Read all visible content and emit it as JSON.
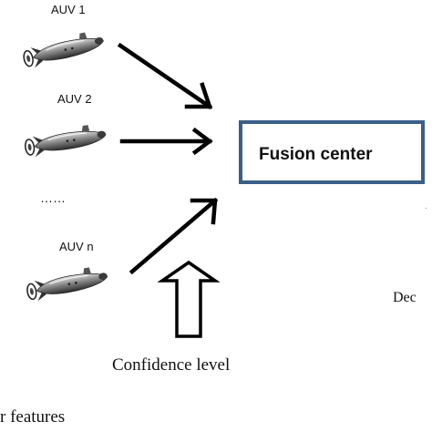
{
  "auvs": [
    {
      "label": "AUV 1"
    },
    {
      "label": "AUV 2"
    },
    {
      "label": "AUV n"
    }
  ],
  "ellipsis": "……",
  "fusion_center": {
    "label": "Fusion center",
    "border_color": "#3a5f88"
  },
  "confidence_level": "Confidence level",
  "decision_partial": "Dec",
  "features_partial": "r features",
  "icons": {
    "auv": "auv-vehicle-icon",
    "arrow": "arrow-right-icon",
    "hollow_arrow": "hollow-up-arrow-icon"
  }
}
